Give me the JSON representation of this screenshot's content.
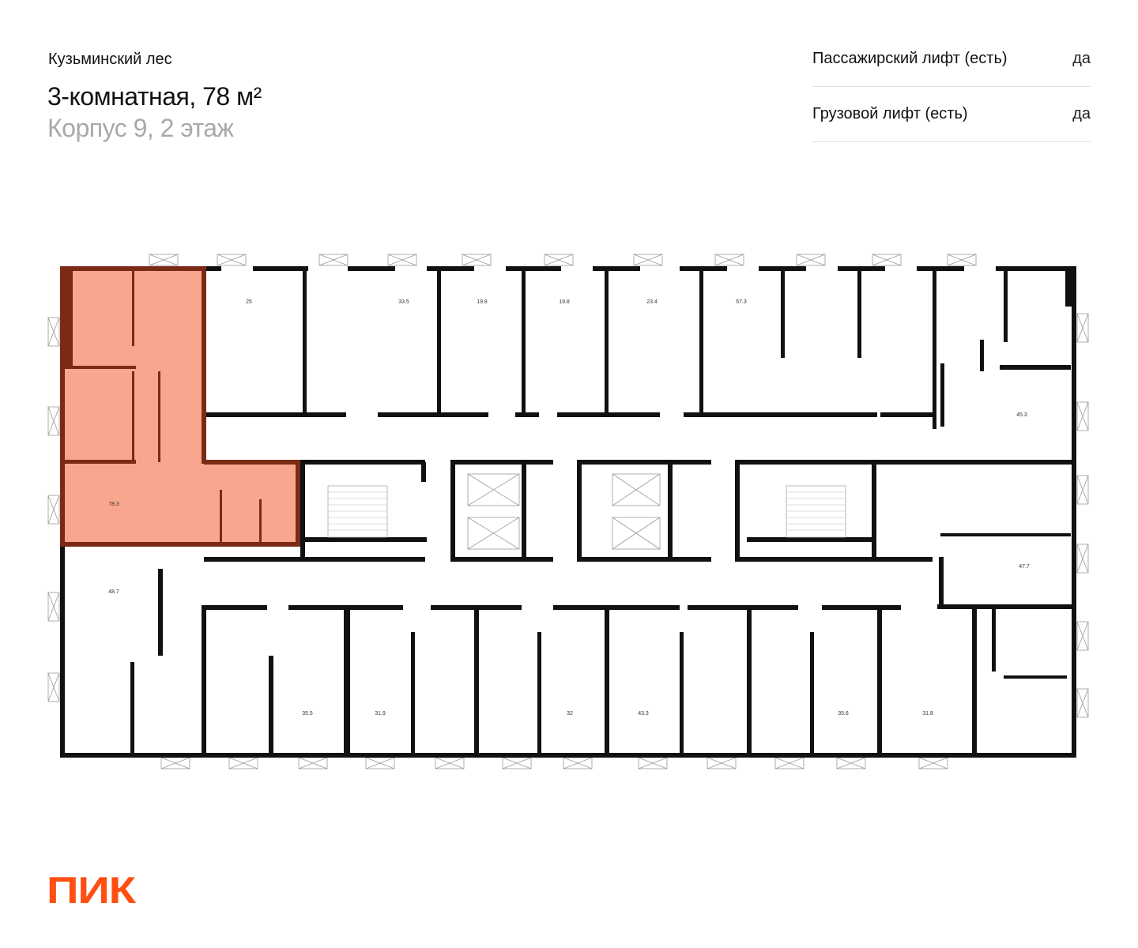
{
  "header": {
    "complex_name": "Кузьминский лес",
    "apartment_title": "3-комнатная, 78 м²",
    "building_floor": "Корпус 9, 2 этаж"
  },
  "properties": [
    {
      "label": "Пассажирский лифт (есть)",
      "value": "да"
    },
    {
      "label": "Грузовой лифт (есть)",
      "value": "да"
    }
  ],
  "floor_plan": {
    "highlight_color": "#f9a68e",
    "highlight_wall_color": "#7a2a15",
    "selected_area": "78.3",
    "areas": [
      "25",
      "33.5",
      "19.8",
      "19.8",
      "23.4",
      "57.3",
      "45.3",
      "78.3",
      "47.7",
      "48.7",
      "35.5",
      "31.9",
      "32",
      "43.3",
      "35.6",
      "31.8"
    ]
  },
  "logo": {
    "text": "ПИК",
    "color": "#ff4f12"
  }
}
